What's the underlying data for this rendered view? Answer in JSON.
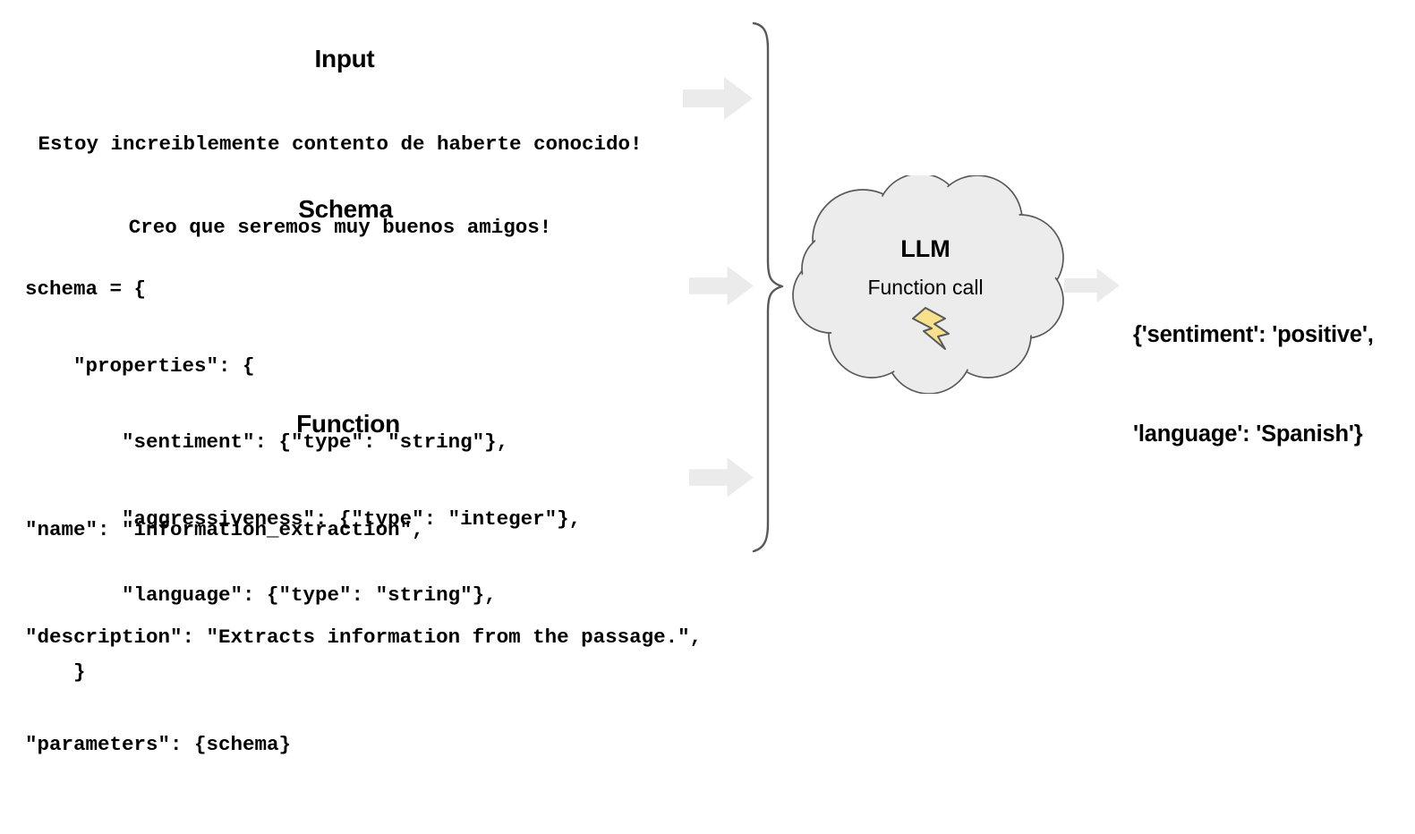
{
  "diagram": {
    "title": "LLM function-calling information extraction flow",
    "colors": {
      "arrow_fill": "#ebebeb",
      "cloud_fill": "#ececec",
      "cloud_stroke": "#57595b",
      "brace_stroke": "#57595b",
      "bolt_fill": "#f8e08c",
      "bolt_stroke": "#57595b",
      "text": "#000000",
      "background": "#ffffff"
    }
  },
  "sections": {
    "input": {
      "heading": "Input",
      "lines": [
        "Estoy increiblemente contento de haberte conocido!",
        "Creo que seremos muy buenos amigos!"
      ]
    },
    "schema": {
      "heading": "Schema",
      "lines": [
        "schema = {",
        "    \"properties\": {",
        "        \"sentiment\": {\"type\": \"string\"},",
        "        \"aggressiveness\": {\"type\": \"integer\"},",
        "        \"language\": {\"type\": \"string\"},",
        "    }"
      ]
    },
    "function": {
      "heading": "Function",
      "lines": [
        "\"name\": \"information_extraction\",",
        "\"description\": \"Extracts information from the passage.\",",
        "\"parameters\": {schema}"
      ]
    }
  },
  "model": {
    "label": "LLM",
    "sublabel": "Function call",
    "icon": "lightning-bolt-icon"
  },
  "output": {
    "lines": [
      "{'sentiment': 'positive',",
      "'language': 'Spanish'}"
    ]
  },
  "arrows": {
    "input_arrow": "arrow-right-icon",
    "schema_arrow": "arrow-right-icon",
    "function_arrow": "arrow-right-icon",
    "output_arrow": "arrow-right-icon",
    "group_brace": "curly-brace-icon"
  }
}
